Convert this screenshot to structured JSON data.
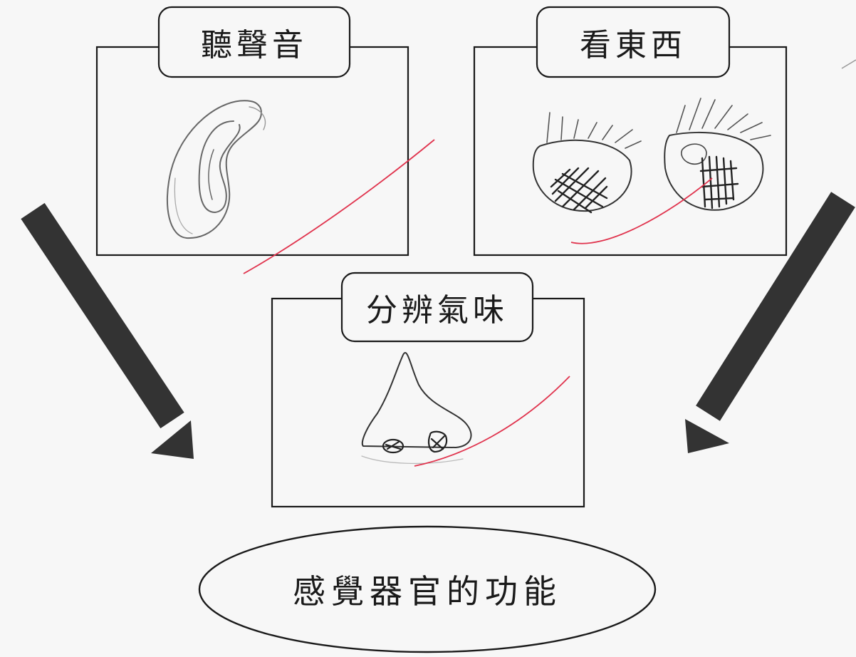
{
  "diagram": {
    "boxes": [
      {
        "id": "hearing",
        "label": "聽聲音",
        "icon": "ear-drawing-icon"
      },
      {
        "id": "seeing",
        "label": "看東西",
        "icon": "eyes-drawing-icon"
      },
      {
        "id": "smelling",
        "label": "分辨氣味",
        "icon": "nose-drawing-icon"
      }
    ],
    "center": {
      "label": "感覺器官的功能"
    }
  },
  "colors": {
    "ink": "#1a1a1a",
    "pencil": "#666666",
    "arrow": "#333333",
    "marker": "#e0334d",
    "paper": "#f7f7f7"
  }
}
